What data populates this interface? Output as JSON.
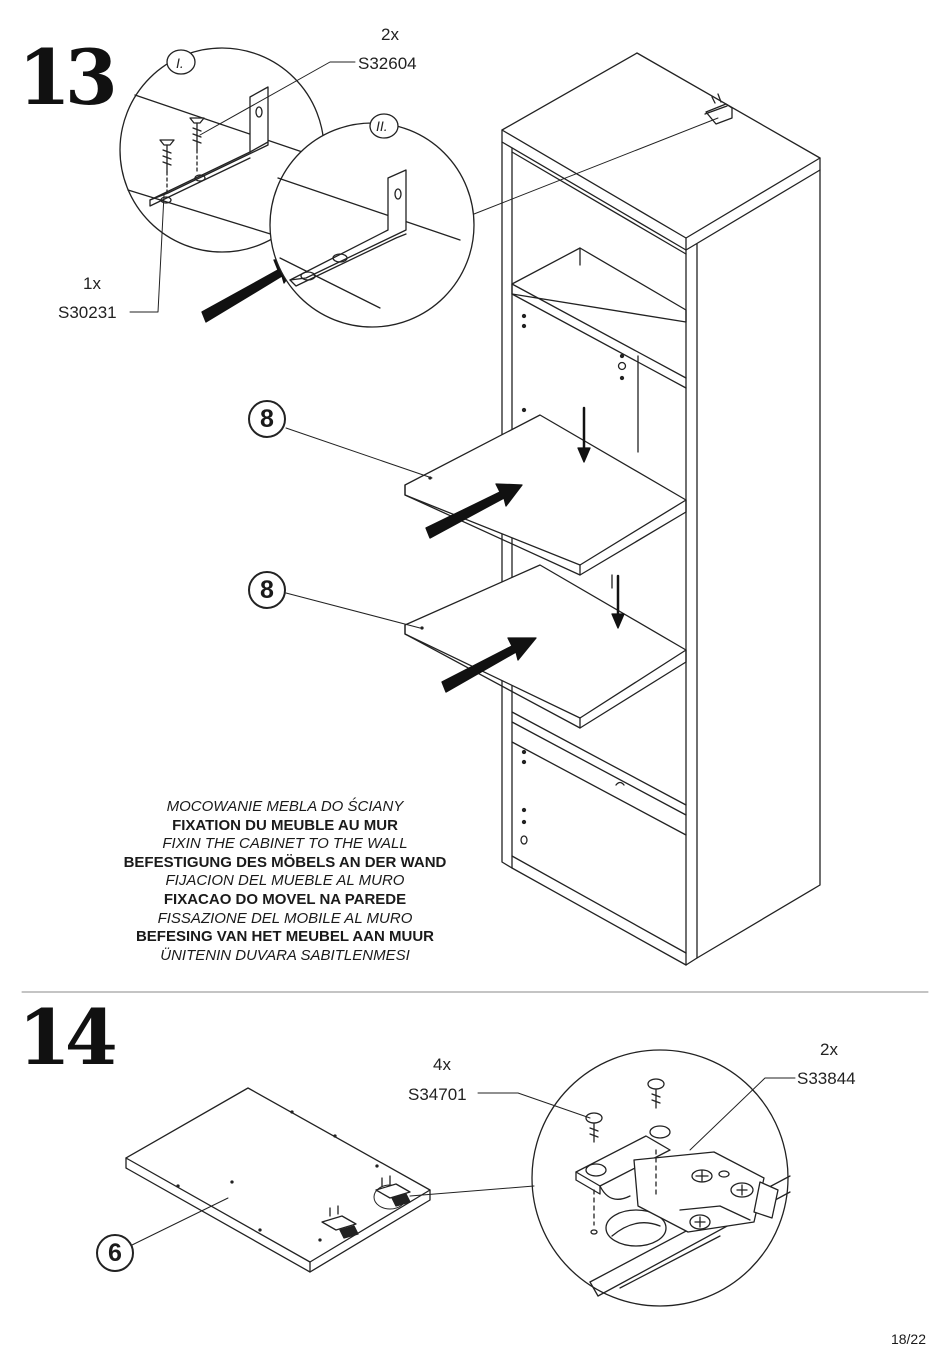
{
  "steps": {
    "step13": {
      "number": "13",
      "part_a": {
        "qty": "2x",
        "code": "S32604"
      },
      "part_b": {
        "qty": "1x",
        "code": "S30231"
      },
      "detail_labels": [
        "I.",
        "II."
      ],
      "panel_callouts": [
        "8",
        "8"
      ],
      "caption": [
        {
          "text": "MOCOWANIE MEBLA DO ŚCIANY",
          "style": "italic"
        },
        {
          "text": "FIXATION DU MEUBLE AU MUR",
          "style": "bold"
        },
        {
          "text": "FIXIN THE CABINET TO THE WALL",
          "style": "italic"
        },
        {
          "text": "BEFESTIGUNG DES MÖBELS AN DER WAND",
          "style": "bold"
        },
        {
          "text": "FIJACION DEL MUEBLE AL MURO",
          "style": "italic"
        },
        {
          "text": "FIXACAO DO MOVEL NA PAREDE",
          "style": "bold"
        },
        {
          "text": "FISSAZIONE DEL MOBILE AL MURO",
          "style": "italic"
        },
        {
          "text": "BEFESING VAN HET MEUBEL AAN MUUR",
          "style": "bold"
        },
        {
          "text": "ÜNITENIN DUVARA SABITLENMESI",
          "style": "italic"
        }
      ]
    },
    "step14": {
      "number": "14",
      "part_a": {
        "qty": "4x",
        "code": "S34701"
      },
      "part_b": {
        "qty": "2x",
        "code": "S33844"
      },
      "panel_callout": "6"
    }
  },
  "page_number": "18/22"
}
